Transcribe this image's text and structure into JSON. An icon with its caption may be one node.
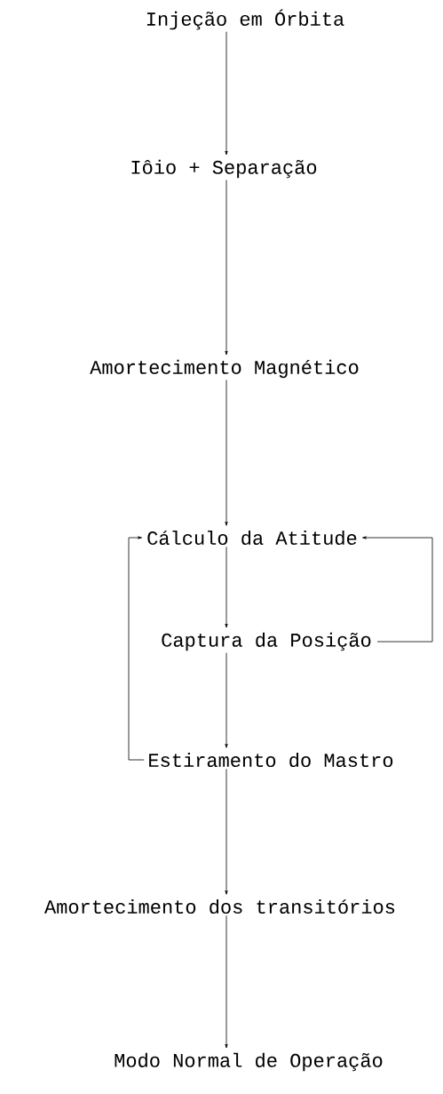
{
  "diagram": {
    "nodes": [
      {
        "text": [
          "Injeção em Órbita"
        ]
      },
      {
        "text": [
          "Iôio + Separação"
        ]
      },
      {
        "text": [
          "Amortecimento Magnético"
        ]
      },
      {
        "text": [
          "Cálculo da Atitude"
        ]
      },
      {
        "text": [
          "Captura da Posição"
        ]
      },
      {
        "text": [
          "Estiramento do Mastro"
        ]
      },
      {
        "text": [
          "Amortecimento dos transitórios"
        ]
      },
      {
        "text": [
          "Modo Normal de Operação"
        ]
      }
    ],
    "edges": [
      {
        "from": 0,
        "to": 1,
        "arrow": "to"
      },
      {
        "from": 1,
        "to": 2,
        "arrow": "to"
      },
      {
        "from": 2,
        "to": 3,
        "arrow": "to"
      },
      {
        "from": 3,
        "to": 4,
        "arrow": "to"
      },
      {
        "from": 4,
        "to": 3,
        "arrow": "to"
      },
      {
        "from": 4,
        "to": 5,
        "arrow": "to"
      },
      {
        "from": 5,
        "to": 3,
        "arrow": "to"
      },
      {
        "from": 5,
        "to": 6,
        "arrow": "to"
      },
      {
        "from": 6,
        "to": 7,
        "arrow": "to"
      }
    ]
  }
}
